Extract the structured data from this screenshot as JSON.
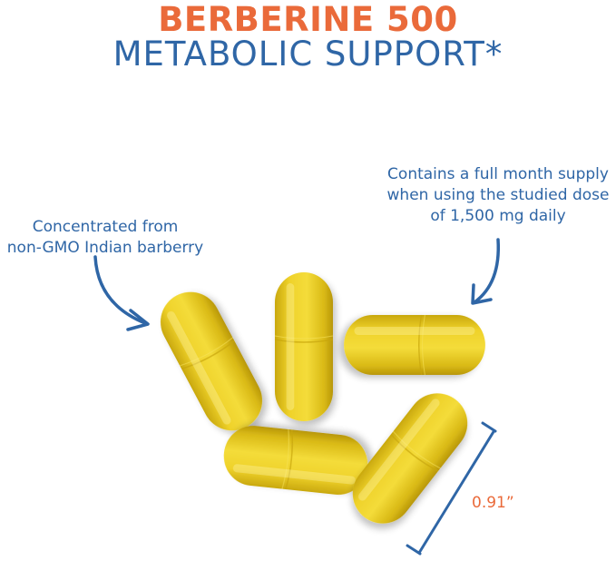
{
  "header": {
    "title": "BERBERINE 500",
    "subtitle": "METABOLIC SUPPORT*"
  },
  "callouts": {
    "left": {
      "line1": "Concentrated from",
      "line2": "non-GMO Indian barberry"
    },
    "right": {
      "line1": "Contains a full month supply",
      "line2": "when using the studied dose",
      "line3": "of 1,500 mg daily"
    }
  },
  "measurement": {
    "label": "0.91”"
  },
  "colors": {
    "accent_orange": "#ea6a3a",
    "accent_blue": "#2f66a6",
    "capsule_yellow": "#e7c81c"
  },
  "icons": {
    "left_arrow": "curved-arrow-icon",
    "right_arrow": "curved-arrow-icon",
    "size_bracket": "dimension-bracket-icon"
  }
}
